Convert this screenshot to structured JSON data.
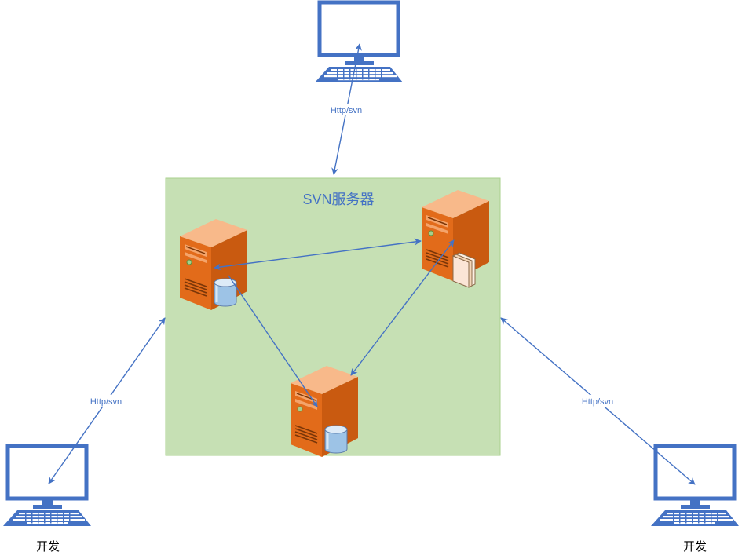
{
  "diagram": {
    "server_box_title": "SVN服务器",
    "link_label_top": "Http/svn",
    "link_label_left": "Http/svn",
    "link_label_right": "Http/svn",
    "client_label_left": "开发",
    "client_label_right": "开发"
  },
  "colors": {
    "monitor": "#4472c4",
    "arrow": "#4472c4",
    "server_box_fill": "#c6e0b4",
    "server_box_stroke": "#a9d18e",
    "server_orange": "#e26b1a",
    "server_orange_light": "#f4a46a",
    "server_orange_dark": "#b5520f",
    "title_color": "#4472c4"
  },
  "icons": {
    "top_client": "desktop-computer-icon",
    "left_client": "desktop-computer-icon",
    "right_client": "desktop-computer-icon",
    "server_left": "server-with-database-icon",
    "server_right": "server-with-files-icon",
    "server_bottom": "server-with-database-icon"
  }
}
